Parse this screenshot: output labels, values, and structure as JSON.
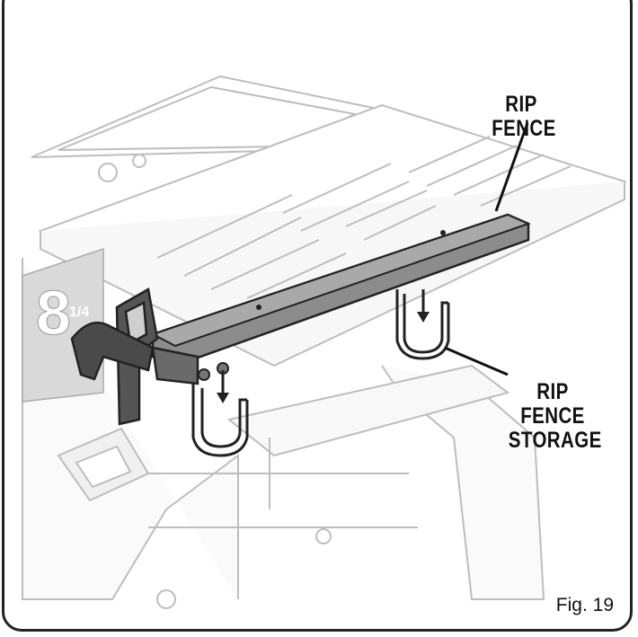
{
  "callouts": {
    "rip_fence": "RIP\nFENCE",
    "rip_fence_storage": "RIP\nFENCE\nSTORAGE"
  },
  "blade_marking": {
    "big_digit": "8",
    "fraction": "1/4"
  },
  "figure_label": "Fig. 19"
}
